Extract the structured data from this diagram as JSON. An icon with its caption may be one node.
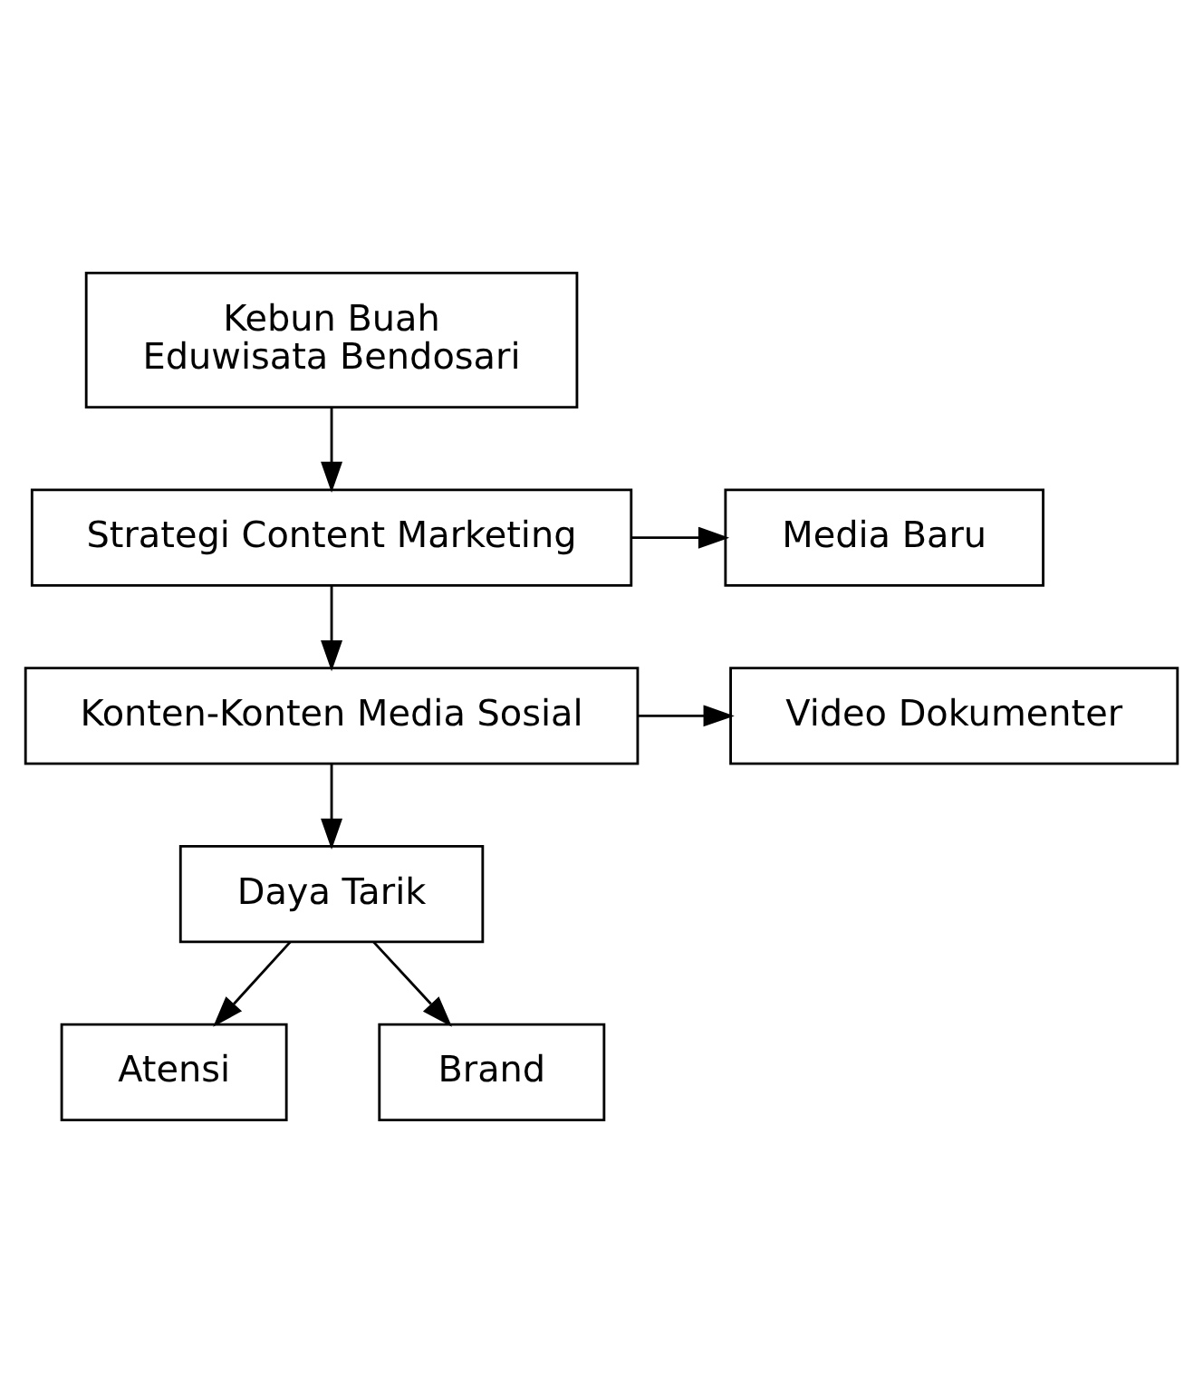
{
  "diagram": {
    "nodes": [
      {
        "text": [
          "Kebun Buah",
          "Eduwisata Bendosari"
        ]
      },
      {
        "text": [
          "Strategi Content Marketing"
        ]
      },
      {
        "text": [
          "Media Baru"
        ]
      },
      {
        "text": [
          "Konten-Konten Media Sosial"
        ]
      },
      {
        "text": [
          "Video Dokumenter"
        ]
      },
      {
        "text": [
          "Daya Tarik"
        ]
      },
      {
        "text": [
          "Atensi"
        ]
      },
      {
        "text": [
          "Brand"
        ]
      }
    ],
    "edges": [
      {
        "from": 0,
        "to": 1,
        "arrow": "to"
      },
      {
        "from": 1,
        "to": 2,
        "arrow": "to"
      },
      {
        "from": 1,
        "to": 3,
        "arrow": "to"
      },
      {
        "from": 3,
        "to": 4,
        "arrow": "to"
      },
      {
        "from": 3,
        "to": 5,
        "arrow": "to"
      },
      {
        "from": 5,
        "to": 6,
        "arrow": "to"
      },
      {
        "from": 5,
        "to": 7,
        "arrow": "to"
      }
    ]
  }
}
